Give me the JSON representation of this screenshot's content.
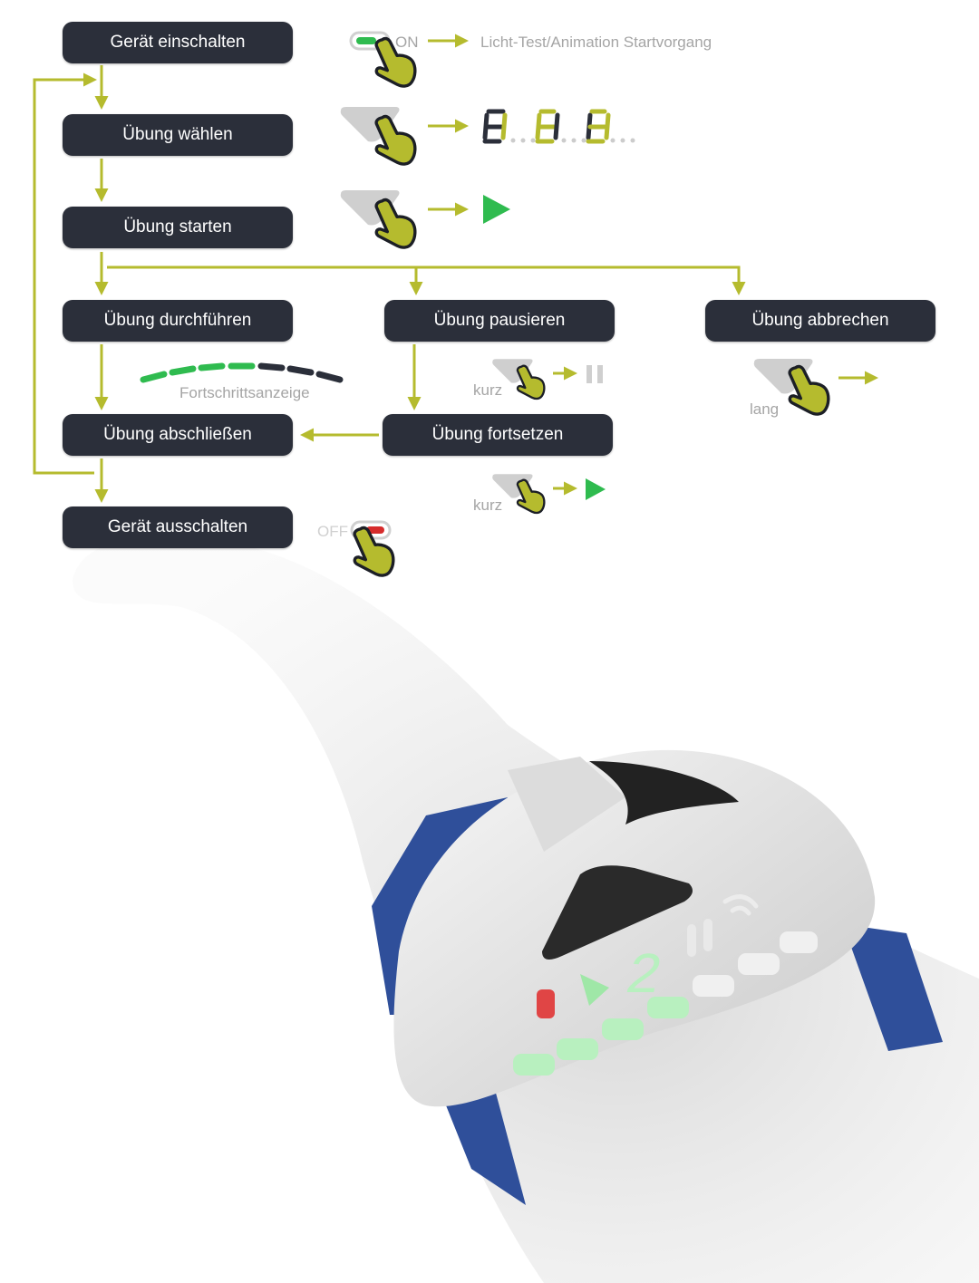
{
  "steps": {
    "power_on": "Gerät einschalten",
    "select": "Übung wählen",
    "start": "Übung starten",
    "perform": "Übung durchführen",
    "pause": "Übung pausieren",
    "abort": "Übung abbrechen",
    "finish": "Übung abschließen",
    "resume": "Übung fortsetzen",
    "power_off": "Gerät ausschalten"
  },
  "labels": {
    "on": "ON",
    "off": "OFF",
    "light_test": "Licht-Test/Animation Startvorgang",
    "progress": "Fortschrittsanzeige",
    "short_pause": "kurz",
    "short_resume": "kurz",
    "long": "lang"
  },
  "progress": {
    "filled": 4,
    "total": 7
  },
  "device_display": {
    "digit": "2"
  },
  "colors": {
    "box": "#2b2f3a",
    "arrow": "#b5bb2e",
    "green": "#2fbb4f",
    "red": "#d62b2b",
    "strap": "#2f4f9a"
  }
}
